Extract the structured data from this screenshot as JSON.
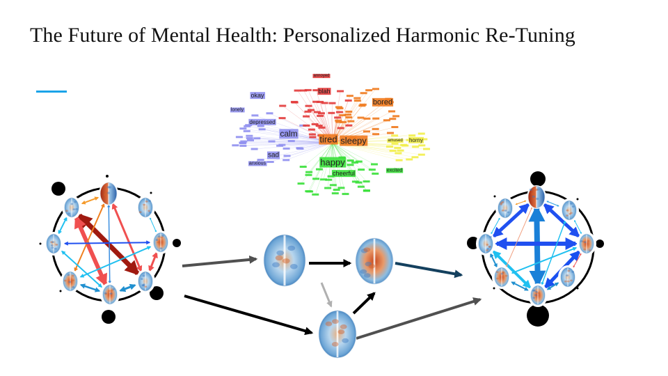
{
  "slide": {
    "title": "The Future of Mental Health: Personalized Harmonic Re-Tuning",
    "accent_color": "#1aa3e8"
  },
  "word_cloud": {
    "clusters": {
      "blue": "#9090f0",
      "red": "#e23a3a",
      "orange": "#f07a1e",
      "yellow": "#f2ee4a",
      "green": "#38e038"
    },
    "words": [
      {
        "text": "okay",
        "cluster": "blue",
        "size": 9
      },
      {
        "text": "lonely",
        "cluster": "blue",
        "size": 7
      },
      {
        "text": "depressed",
        "cluster": "blue",
        "size": 8
      },
      {
        "text": "calm",
        "cluster": "blue",
        "size": 12
      },
      {
        "text": "sad",
        "cluster": "blue",
        "size": 10
      },
      {
        "text": "anxious",
        "cluster": "blue",
        "size": 7
      },
      {
        "text": "annoyed",
        "cluster": "red",
        "size": 6
      },
      {
        "text": "blah",
        "cluster": "red",
        "size": 9
      },
      {
        "text": "bored",
        "cluster": "orange",
        "size": 11
      },
      {
        "text": "tired",
        "cluster": "orange",
        "size": 13
      },
      {
        "text": "sleepy",
        "cluster": "orange",
        "size": 13
      },
      {
        "text": "amused",
        "cluster": "yellow",
        "size": 6
      },
      {
        "text": "horny",
        "cluster": "yellow",
        "size": 8
      },
      {
        "text": "happy",
        "cluster": "green",
        "size": 13
      },
      {
        "text": "cheerful",
        "cluster": "green",
        "size": 9
      },
      {
        "text": "excited",
        "cluster": "green",
        "size": 7
      }
    ]
  },
  "diagram": {
    "arrow_colors": {
      "gray": "#505050",
      "black": "#000000",
      "light_gray": "#b0b0b0",
      "dark_teal": "#14405e"
    }
  }
}
